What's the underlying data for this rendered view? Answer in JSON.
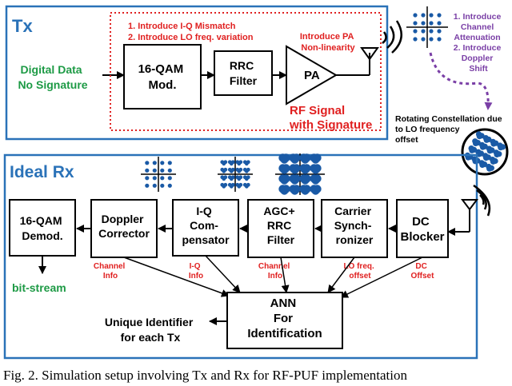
{
  "tx": {
    "title": "Tx",
    "input_label": [
      "Digital Data",
      "No Signature"
    ],
    "mismatch_notes": [
      "1. Introduce I-Q Mismatch",
      "2. Introduce LO freq. variation"
    ],
    "qam_mod": [
      "16-QAM",
      "Mod."
    ],
    "rrc_filter": [
      "RRC",
      "Filter"
    ],
    "pa_note": [
      "Introduce PA",
      "Non-linearity"
    ],
    "pa": "PA",
    "rf_signal": [
      "RF Signal",
      "with Signature"
    ]
  },
  "channel": {
    "notes": [
      "1. Introduce",
      "Channel",
      "Attenuation",
      "2. Introduce",
      "Doppler",
      "Shift"
    ],
    "rotating": [
      "Rotating Constellation due",
      "to LO frequency",
      "offset"
    ]
  },
  "rx": {
    "title": "Ideal Rx",
    "qam_demod": [
      "16-QAM",
      "Demod."
    ],
    "doppler": [
      "Doppler",
      "Corrector"
    ],
    "iq": [
      "I-Q",
      "Com-",
      "pensator"
    ],
    "agc": [
      "AGC+",
      "RRC",
      "Filter"
    ],
    "carrier": [
      "Carrier",
      "Synch-",
      "ronizer"
    ],
    "dc": [
      "DC",
      "Blocker"
    ],
    "bitstream": "bit-stream",
    "info": {
      "channel1": [
        "Channel",
        "Info"
      ],
      "iq": [
        "I-Q",
        "Info"
      ],
      "channel2": [
        "Channel",
        "Info"
      ],
      "lo": [
        "LO freq.",
        "offset"
      ],
      "dc": [
        "DC",
        "Offset"
      ]
    },
    "ann": [
      "ANN",
      "For",
      "Identification"
    ],
    "unique_id": [
      "Unique Identifier",
      "for each Tx"
    ]
  },
  "colors": {
    "frame_blue": "#2a72b8",
    "label_green": "#1d9a45",
    "note_red": "#e02020",
    "dot_blue": "#1a5aa6",
    "arrow_purple": "#7a3fa6"
  },
  "caption": "Fig. 2.   Simulation setup involving Tx and Rx for RF-PUF implementation"
}
